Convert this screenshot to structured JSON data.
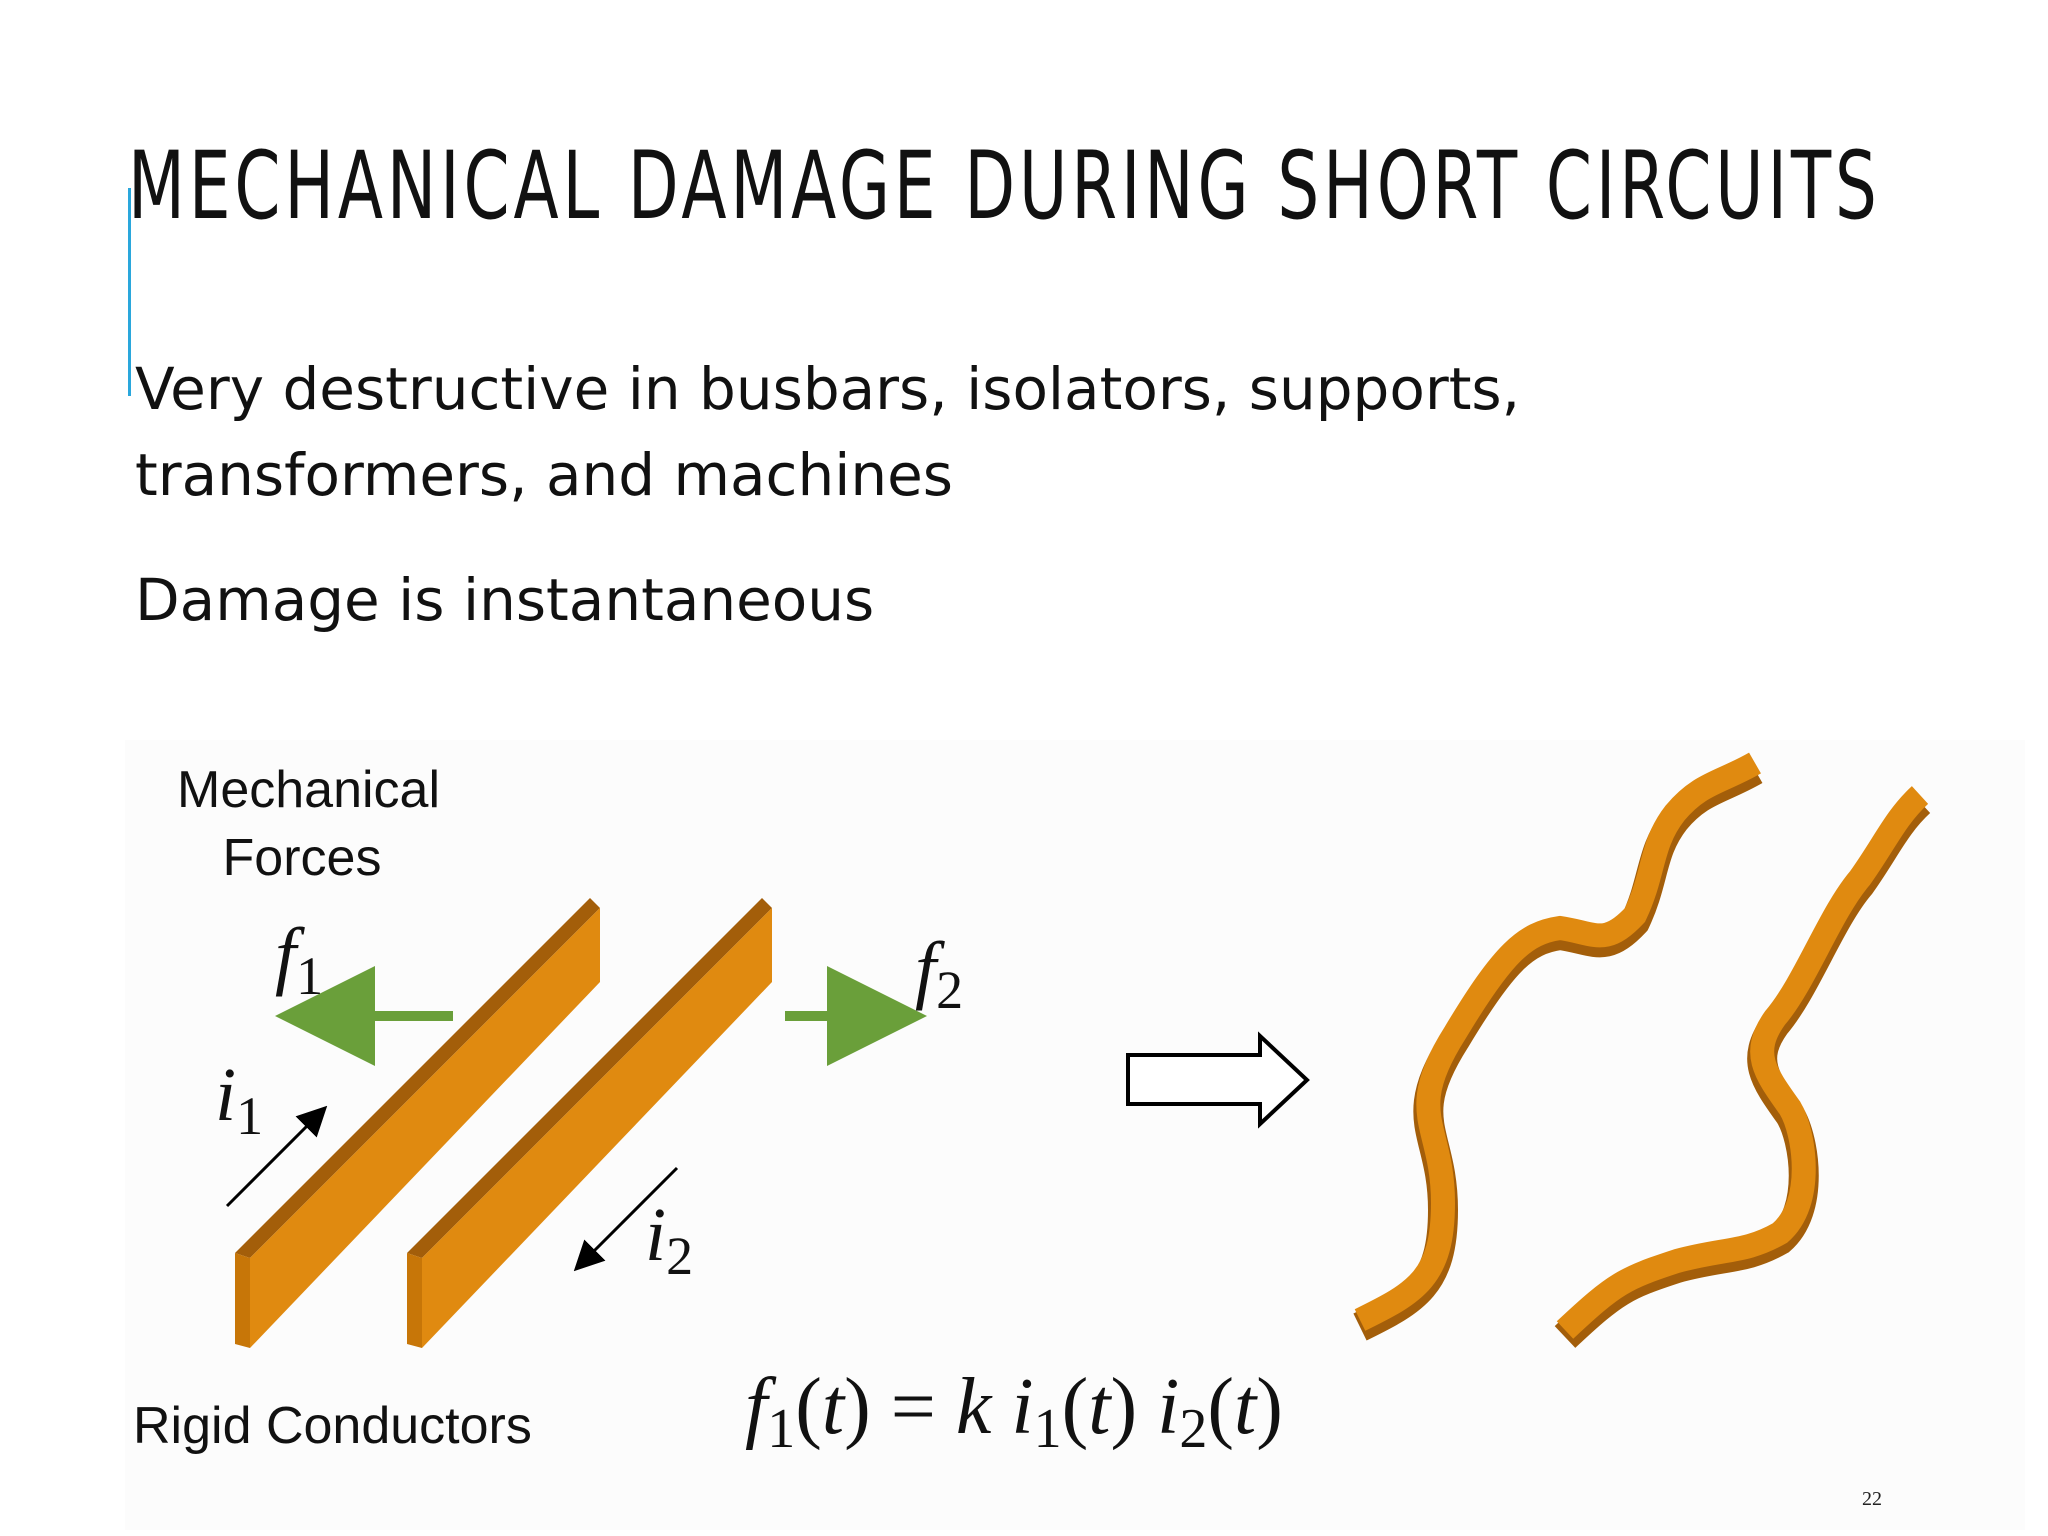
{
  "slide": {
    "title": "MECHANICAL DAMAGE DURING SHORT CIRCUITS",
    "bullets": [
      "Very destructive in busbars, isolators, supports, transformers, and machines",
      "Damage is instantaneous"
    ],
    "accent_color": "#2aa7dc",
    "page_number": "22"
  },
  "figure": {
    "mechanical_forces_label": "Mechanical Forces",
    "rigid_conductors_label": "Rigid Conductors",
    "force_left": {
      "symbol": "f",
      "subscript": "1"
    },
    "force_right": {
      "symbol": "f",
      "subscript": "2"
    },
    "current_left": {
      "symbol": "i",
      "subscript": "1"
    },
    "current_right": {
      "symbol": "i",
      "subscript": "2"
    },
    "equation": "f1(t) = k i1(t) i2(t)",
    "conductor_color": "#e08a10",
    "force_arrow_color": "#6a9f3a",
    "transition_icon": "outline-right-arrow-icon"
  }
}
